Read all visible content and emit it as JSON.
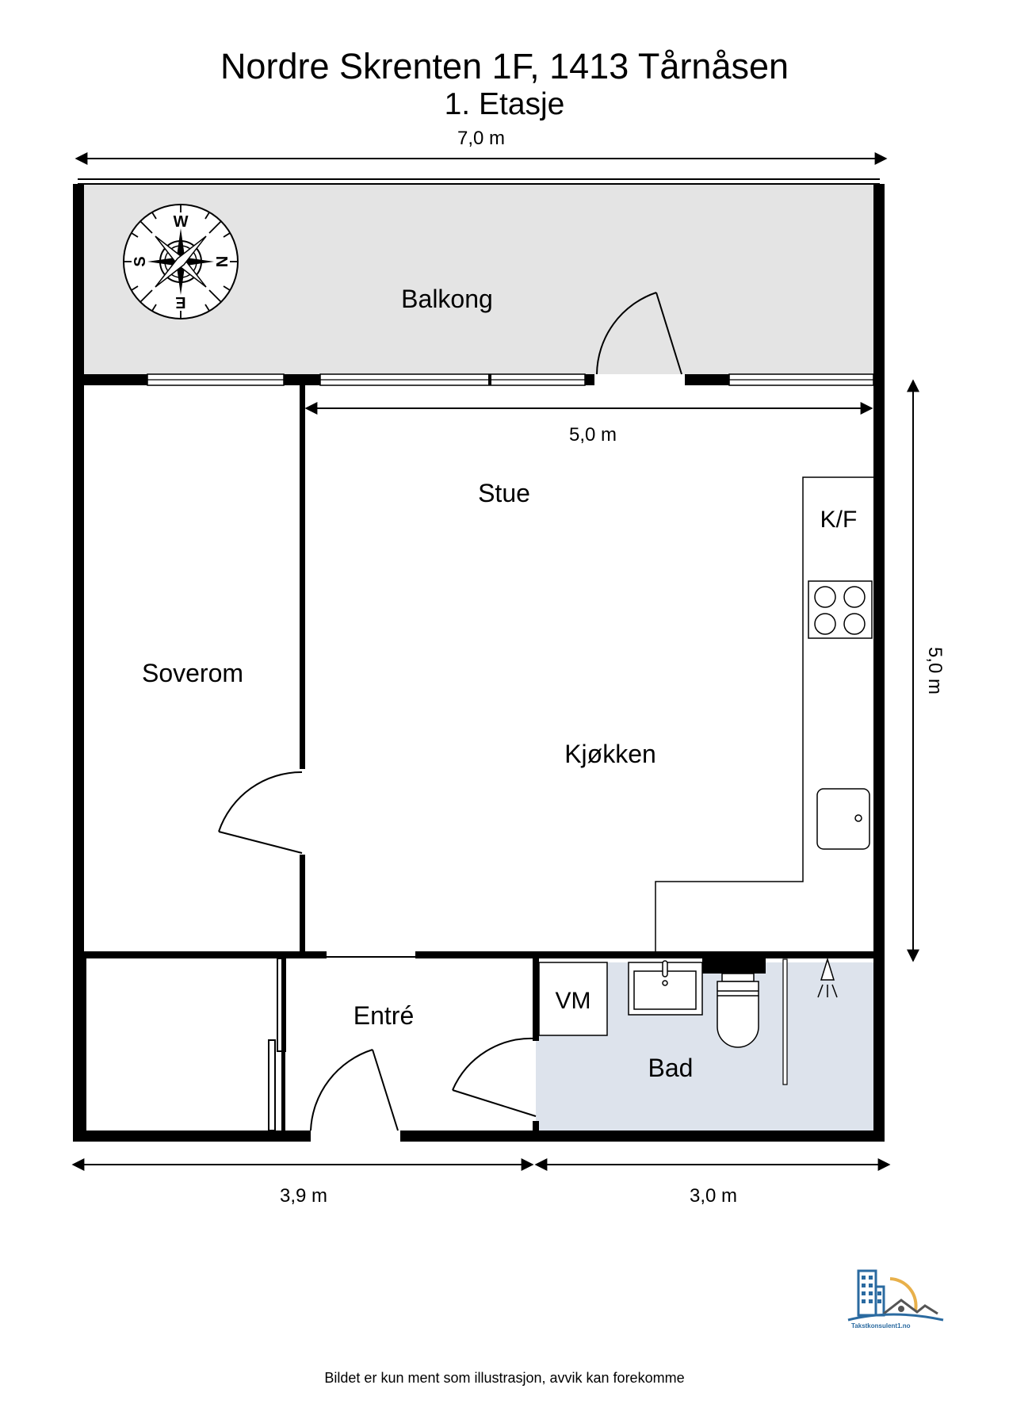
{
  "header": {
    "title": "Nordre Skrenten 1F, 1413 Tårnåsen",
    "floor": "1. Etasje"
  },
  "dimensions": {
    "top_width": "7,0 m",
    "inner_width": "5,0 m",
    "right_height": "5,0 m",
    "bottom_left": "3,9 m",
    "bottom_right": "3,0 m"
  },
  "rooms": {
    "balcony": "Balkong",
    "living": "Stue",
    "kitchen": "Kjøkken",
    "bedroom": "Soverom",
    "entrance": "Entré",
    "bathroom": "Bad"
  },
  "fixtures": {
    "fridge_freezer": "K/F",
    "washing_machine": "VM"
  },
  "compass": {
    "top": "W",
    "right": "N",
    "bottom": "E",
    "left": "S"
  },
  "colors": {
    "wall": "#000000",
    "balcony_fill": "#e4e4e4",
    "bathroom_fill": "#dde3ec",
    "logo_blue": "#2a6aa0",
    "logo_sun": "#e8b04a"
  },
  "logo": {
    "text": "Takstkonsulent1.no"
  },
  "footer": {
    "disclaimer": "Bildet er kun ment som illustrasjon, avvik kan forekomme"
  }
}
